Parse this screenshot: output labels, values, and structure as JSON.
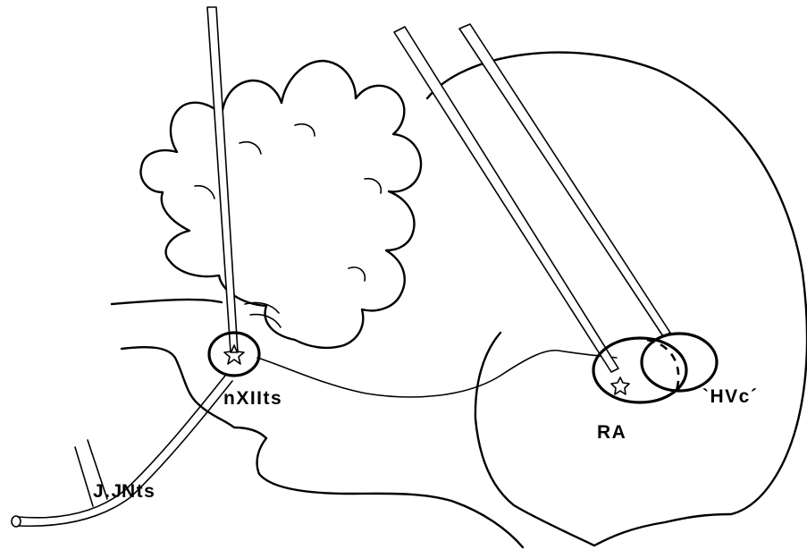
{
  "labels": {
    "nxiits": "nXIIts",
    "nts": "Nts",
    "ra": "RA",
    "hvc": "`HVc´",
    "nerve_cut": "J.J"
  },
  "colors": {
    "ink": "#000000",
    "paper": "#ffffff"
  },
  "icons": {
    "recording_site": "star-icon",
    "injection_site": "star-icon"
  }
}
